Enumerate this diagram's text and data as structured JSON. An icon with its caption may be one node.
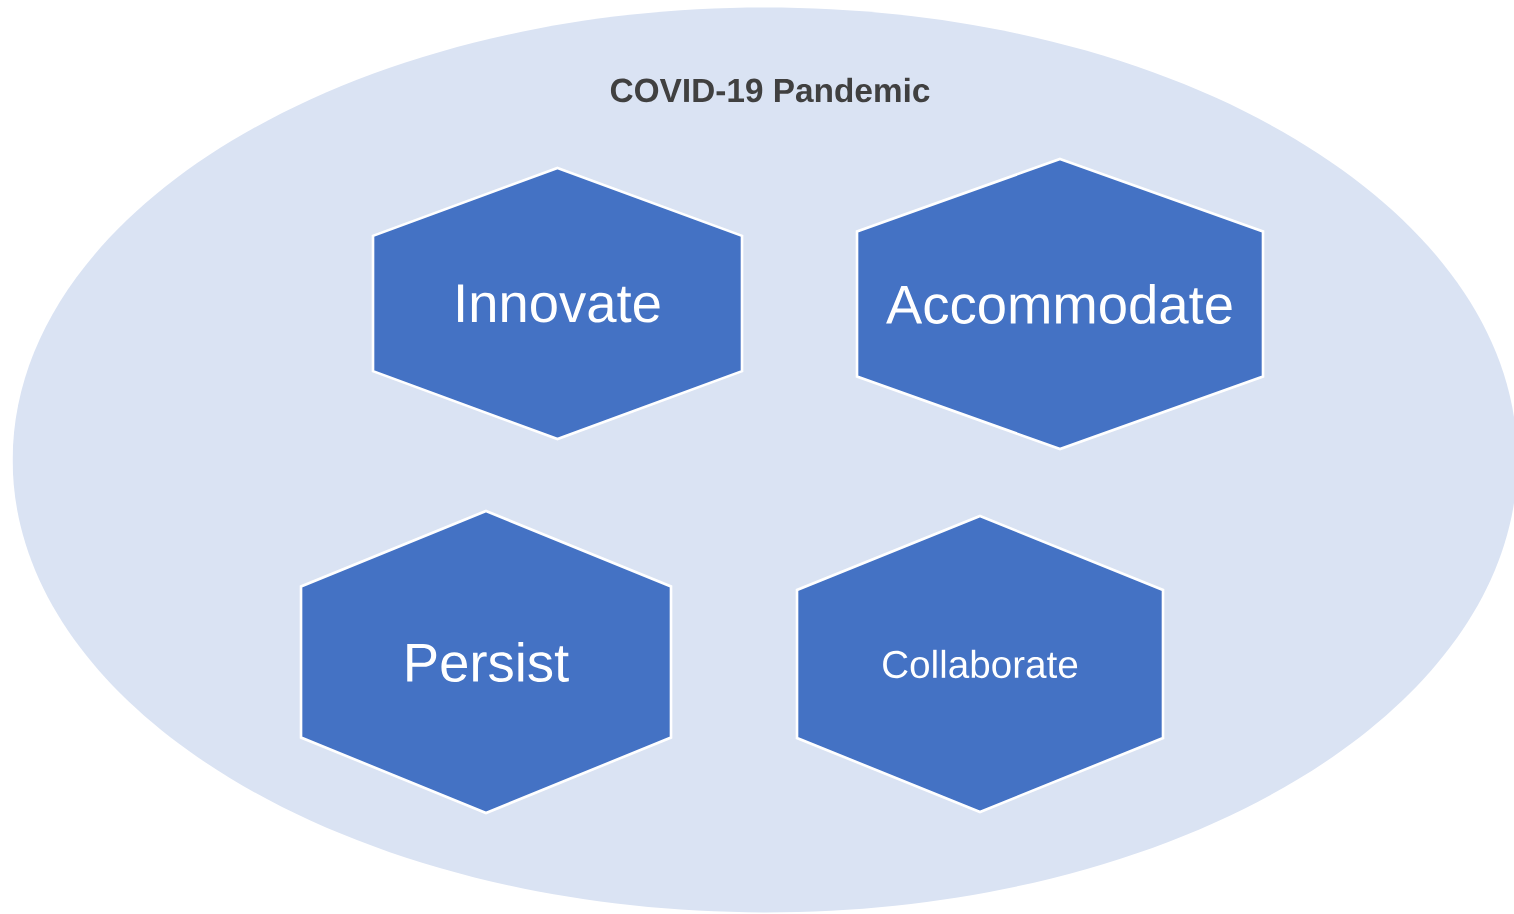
{
  "diagram": {
    "nodes": [
      {
        "text": [
          "COVID-19 Pandemic"
        ]
      },
      {
        "text": [
          "Innovate"
        ],
        "in": 0
      },
      {
        "text": [
          "Accommodate"
        ],
        "in": 0
      },
      {
        "text": [
          "Persist"
        ],
        "in": 0
      },
      {
        "text": [
          "Collaborate"
        ],
        "in": 0
      }
    ]
  }
}
